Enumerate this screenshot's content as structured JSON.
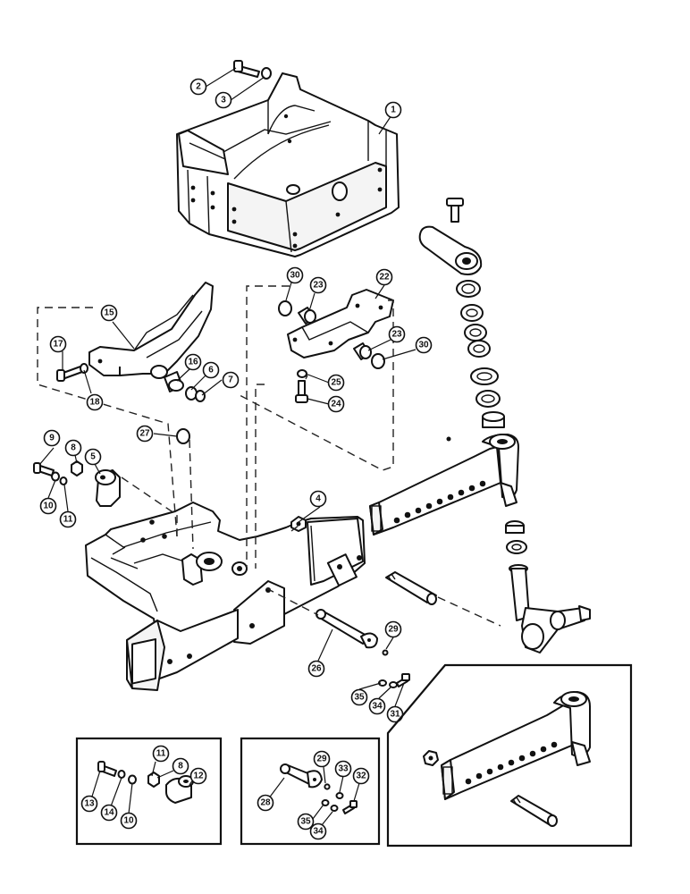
{
  "diagram": {
    "callouts": {
      "c1": "1",
      "c2": "2",
      "c3": "3",
      "c4": "4",
      "c5": "5",
      "c6": "6",
      "c7": "7",
      "c8": "8",
      "c9": "9",
      "c10": "10",
      "c11": "11",
      "c15": "15",
      "c16": "16",
      "c17": "17",
      "c18": "18",
      "c22": "22",
      "c23a": "23",
      "c23b": "23",
      "c24": "24",
      "c25": "25",
      "c26": "26",
      "c27": "27",
      "c29": "29",
      "c30a": "30",
      "c30b": "30",
      "c31": "31",
      "c34": "34",
      "c35": "35"
    },
    "inset_left": {
      "c13": "13",
      "c14": "14",
      "c10": "10",
      "c11": "11",
      "c8": "8",
      "c12": "12"
    },
    "inset_middle": {
      "c28": "28",
      "c29": "29",
      "c33": "33",
      "c32": "32",
      "c35": "35",
      "c34": "34"
    }
  }
}
